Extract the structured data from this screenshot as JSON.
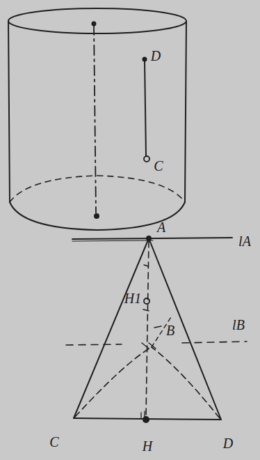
{
  "diagram": {
    "labels": [
      "D",
      "C",
      "A",
      "lA",
      "H1",
      "B",
      "lB",
      "C",
      "H",
      "D"
    ]
  }
}
